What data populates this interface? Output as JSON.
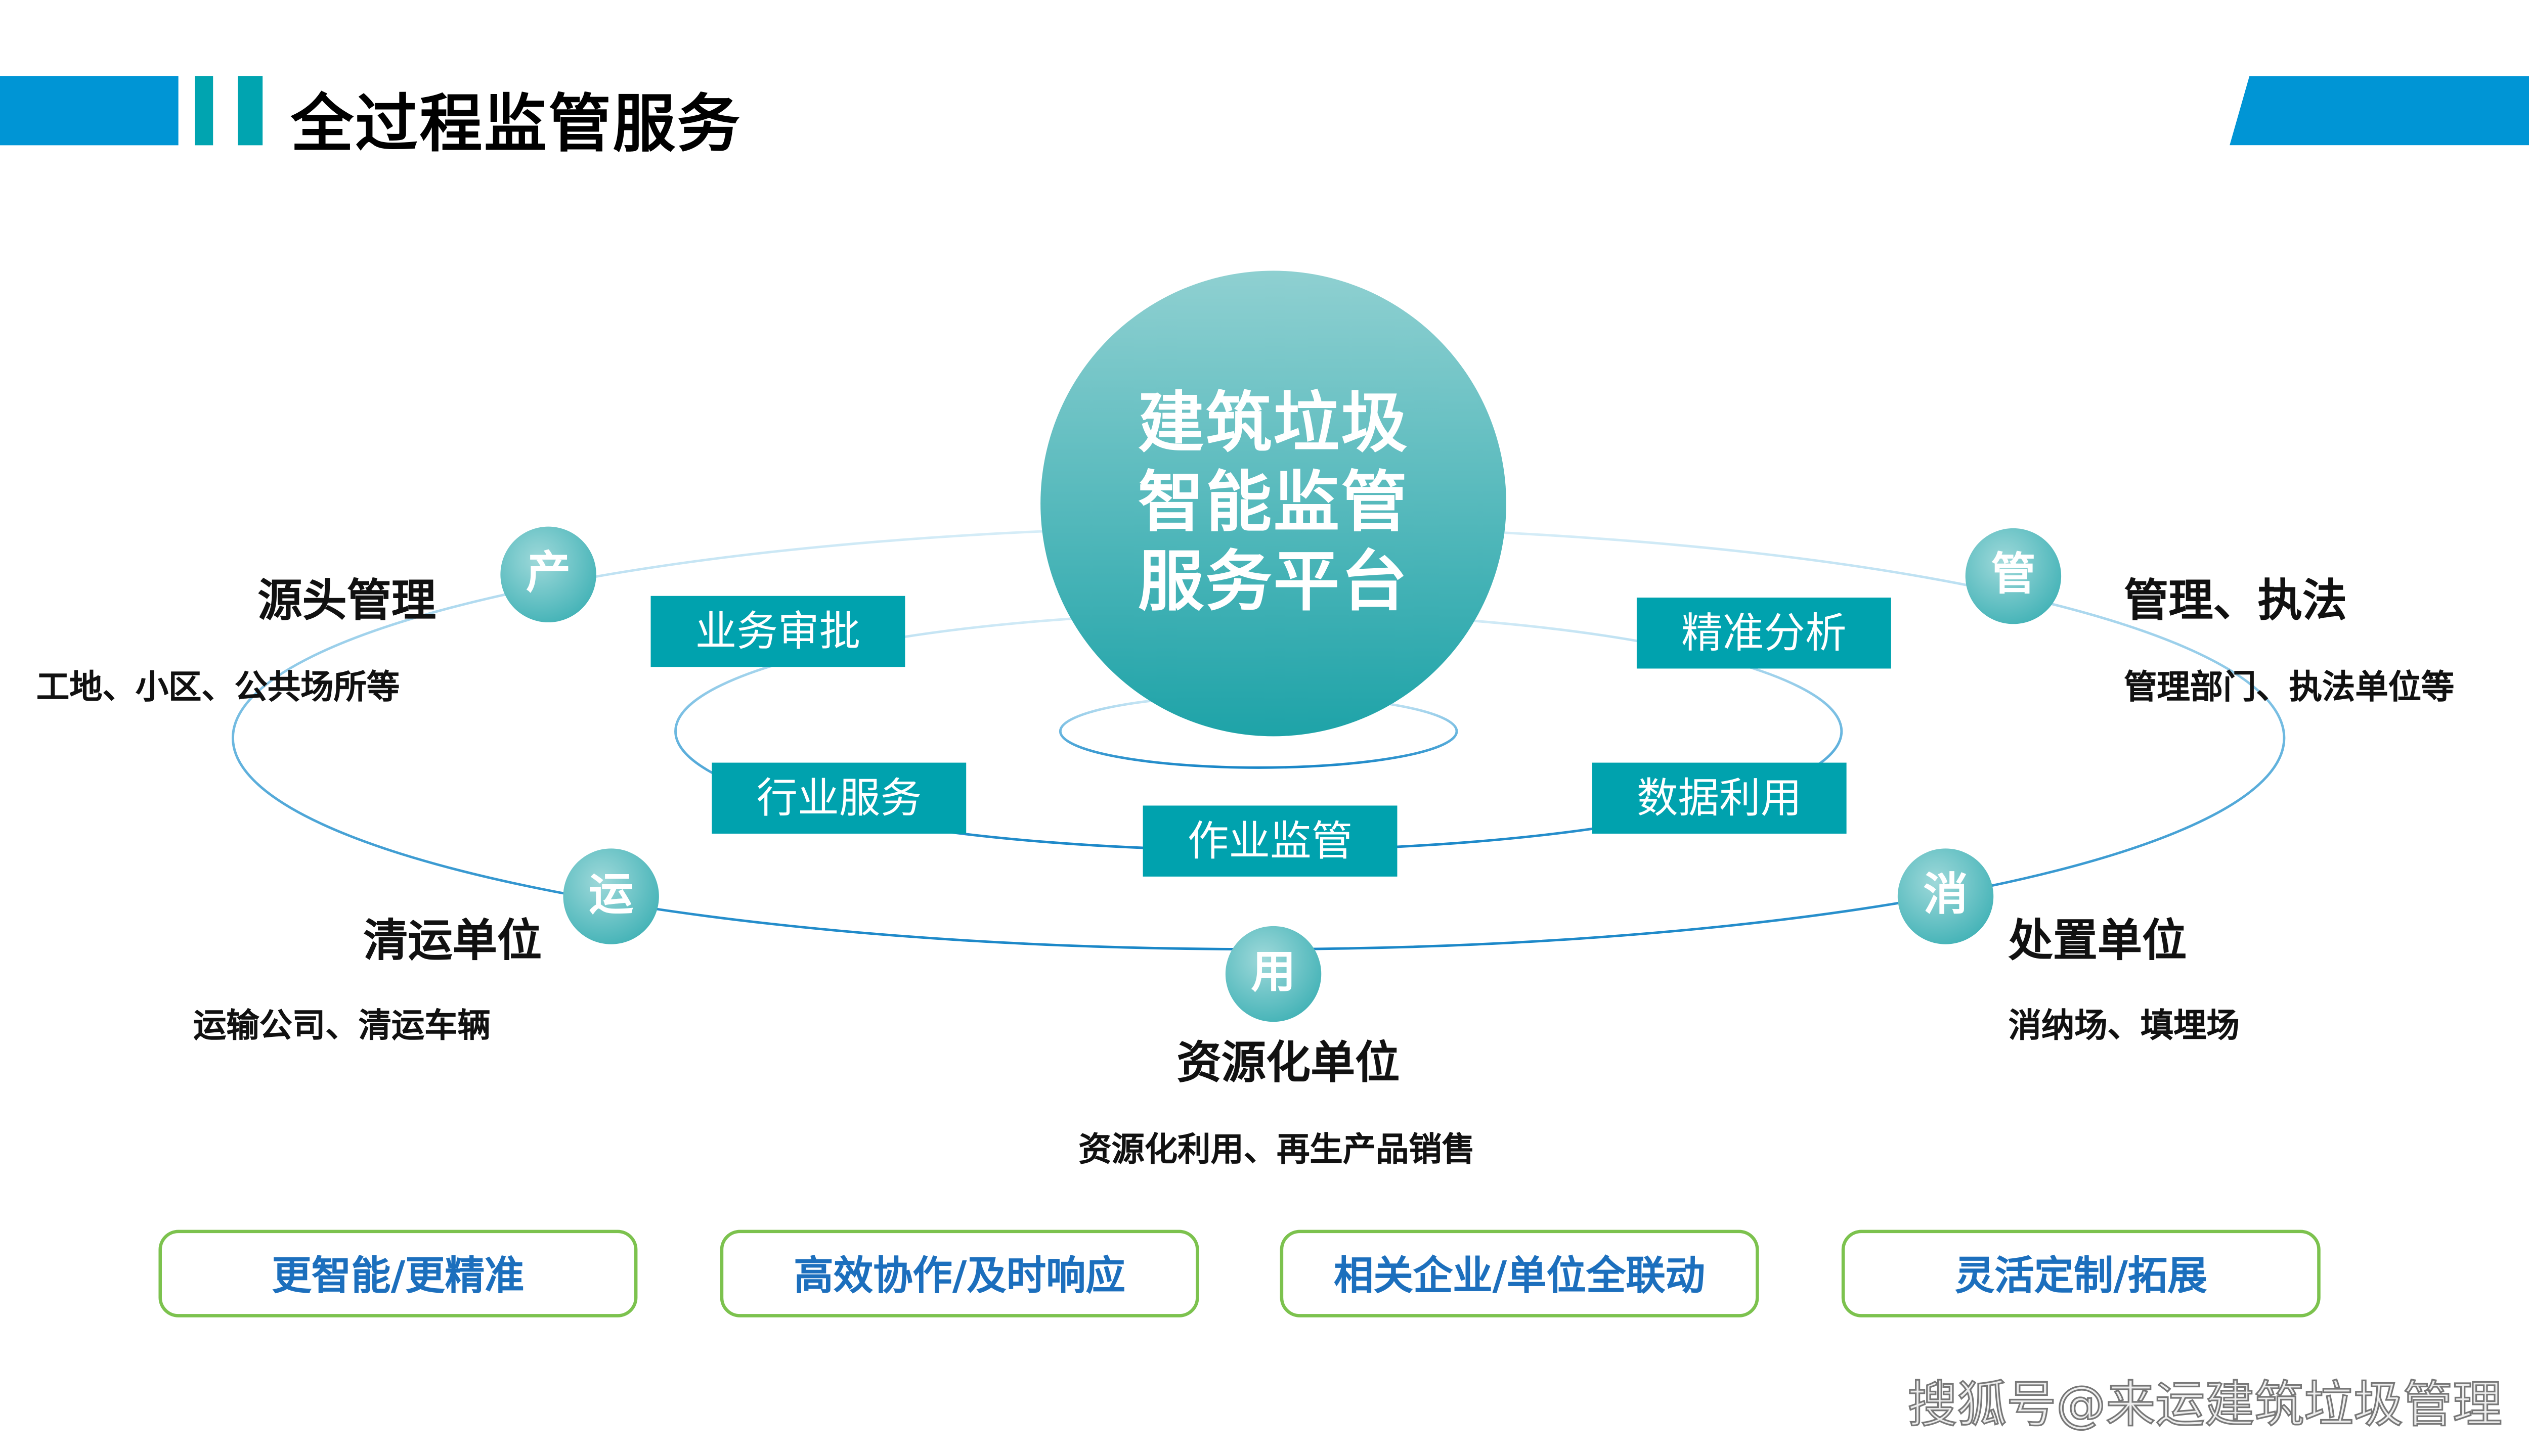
{
  "header": {
    "title": "全过程监管服务"
  },
  "center": {
    "lines": [
      "建筑垃圾",
      "智能监管",
      "服务平台"
    ]
  },
  "tags": [
    "业务审批",
    "精准分析",
    "行业服务",
    "数据利用",
    "作业监管"
  ],
  "nodes": [
    {
      "badge": "产",
      "title": "源头管理",
      "desc": "工地、小区、公共场所等"
    },
    {
      "badge": "管",
      "title": "管理、执法",
      "desc": "管理部门、执法单位等"
    },
    {
      "badge": "运",
      "title": "清运单位",
      "desc": "运输公司、清运车辆"
    },
    {
      "badge": "消",
      "title": "处置单位",
      "desc": "消纳场、填埋场"
    },
    {
      "badge": "用",
      "title": "资源化单位",
      "desc": "资源化利用、再生产品销售"
    }
  ],
  "features": [
    "更智能/更精准",
    "高效协作/及时响应",
    "相关企业/单位全联动",
    "灵活定制/拓展"
  ],
  "watermark": "搜狐号@来运建筑垃圾管理",
  "colors": {
    "blue": "#0095d5",
    "teal": "#00a2ae",
    "green": "#7cc24e",
    "feature_text": "#1c6fbd"
  }
}
